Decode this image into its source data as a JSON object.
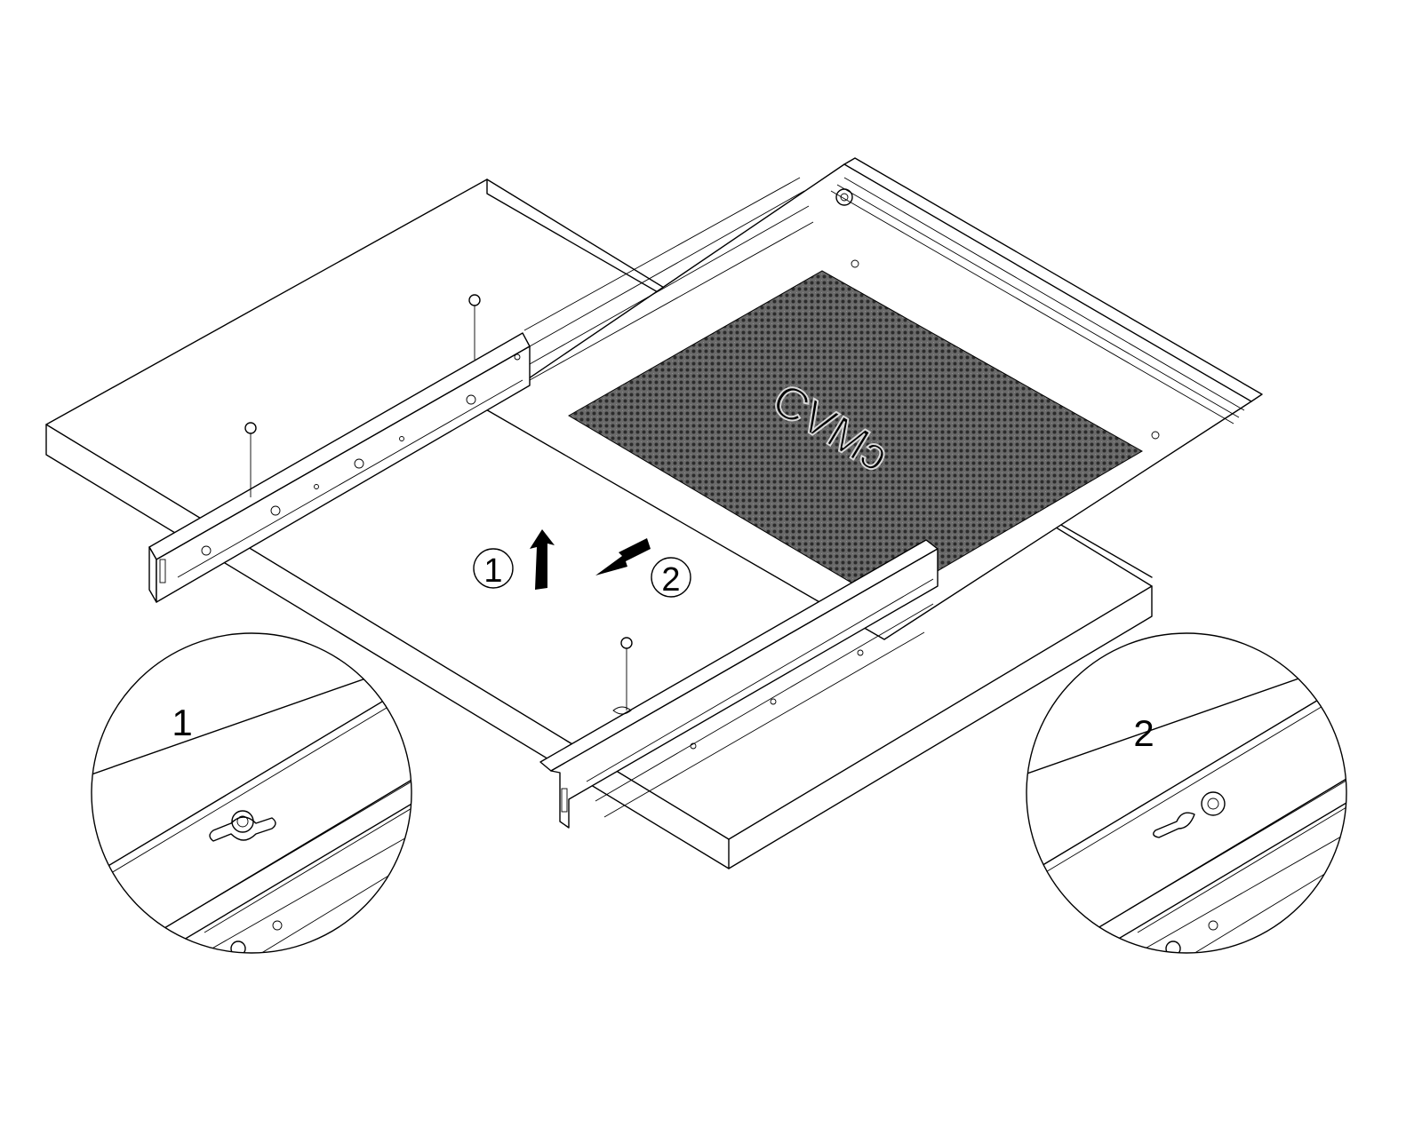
{
  "diagram": {
    "steps": [
      {
        "number": "1",
        "direction": "up"
      },
      {
        "number": "2",
        "direction": "down-left"
      }
    ],
    "detail_labels": [
      "1",
      "2"
    ],
    "brand_mark": "CVMɔ"
  }
}
